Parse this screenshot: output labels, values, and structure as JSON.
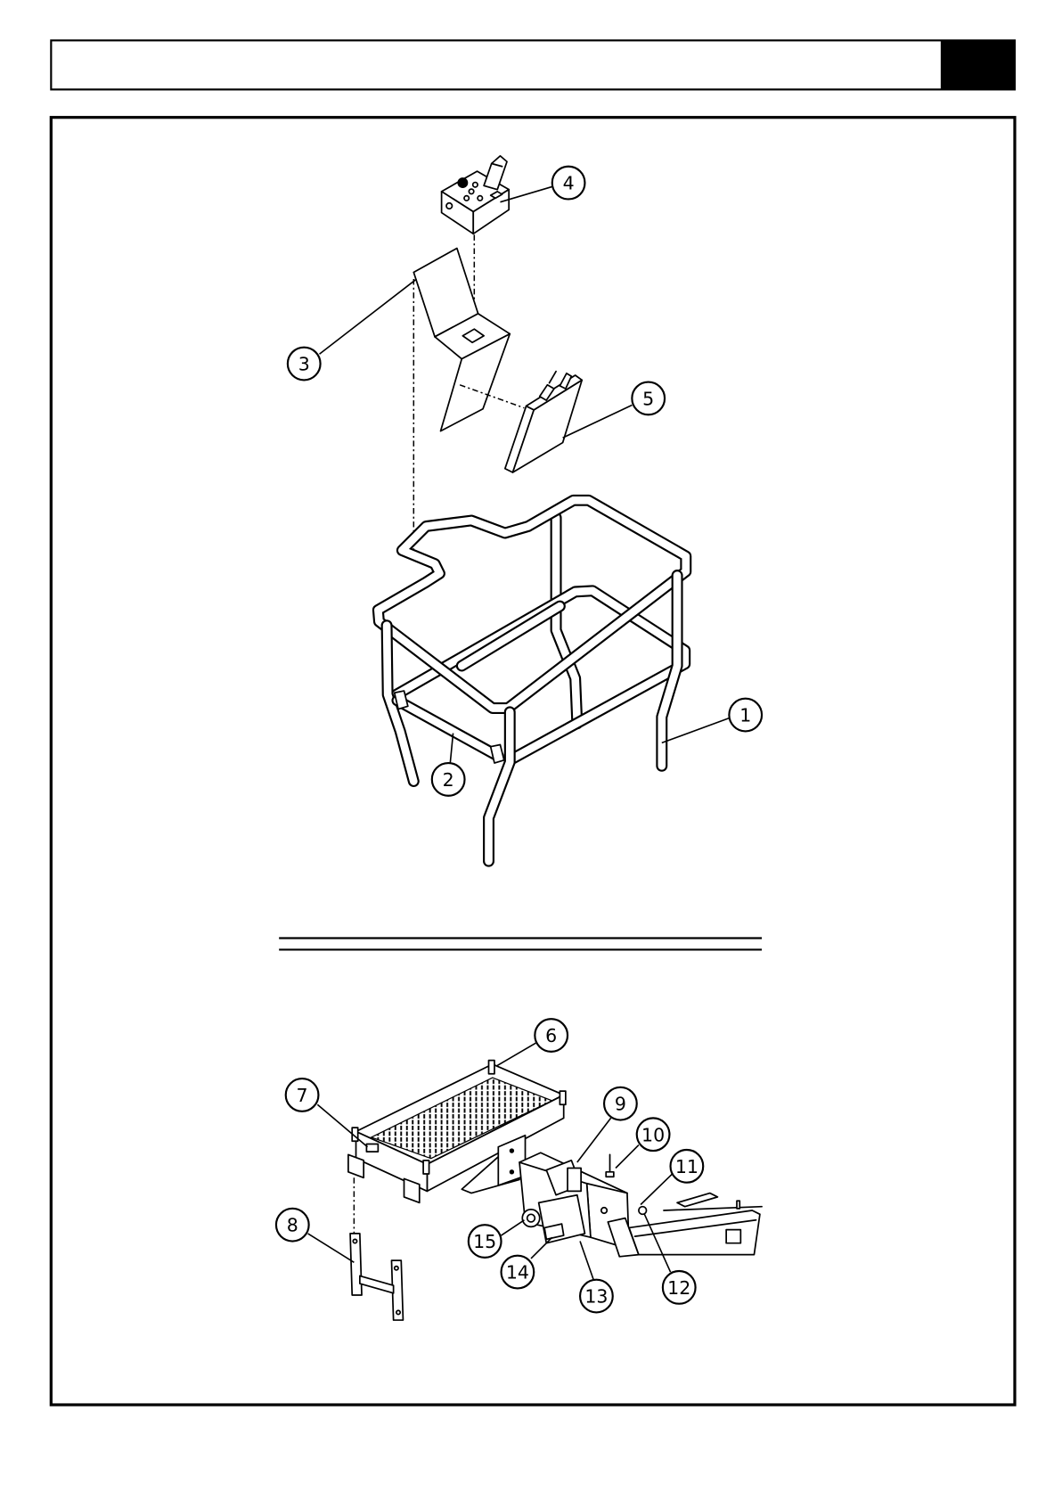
{
  "colors": {
    "line": "#000000",
    "background": "#ffffff",
    "header_tab": "#000000"
  },
  "callouts": [
    {
      "label": "1"
    },
    {
      "label": "2"
    },
    {
      "label": "3"
    },
    {
      "label": "4"
    },
    {
      "label": "5"
    },
    {
      "label": "6"
    },
    {
      "label": "7"
    },
    {
      "label": "8"
    },
    {
      "label": "9"
    },
    {
      "label": "10"
    },
    {
      "label": "11"
    },
    {
      "label": "12"
    },
    {
      "label": "13"
    },
    {
      "label": "14"
    },
    {
      "label": "15"
    }
  ]
}
